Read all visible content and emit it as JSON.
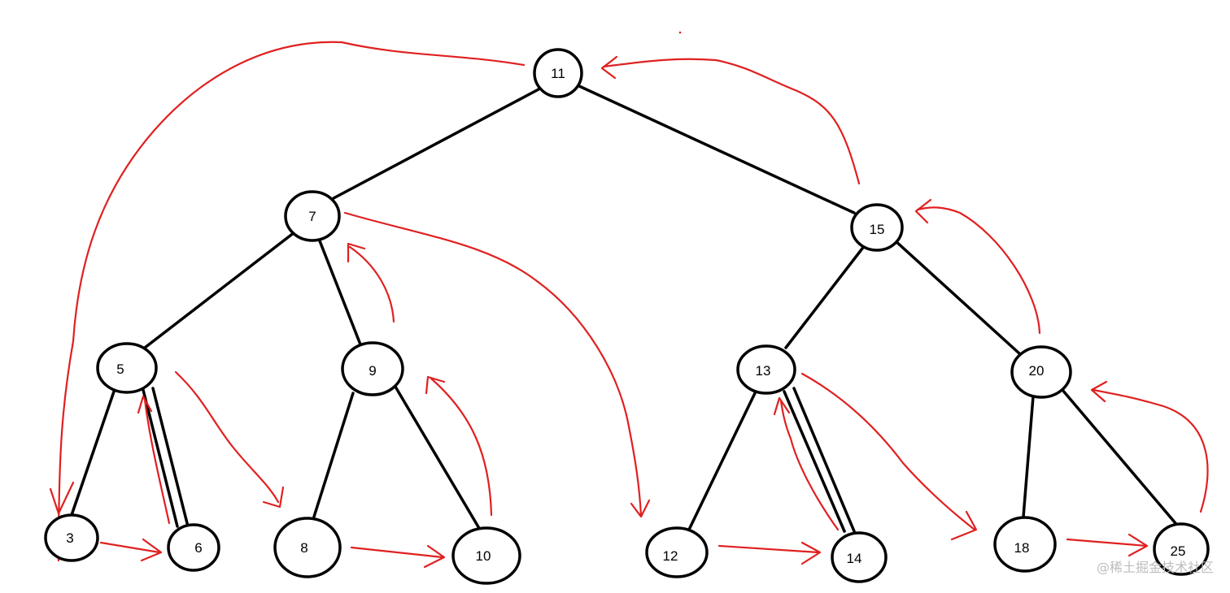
{
  "colors": {
    "background": "#ffffff",
    "tree_ink": "#000000",
    "arrow_ink": "#e02020",
    "watermark": "#bdbdbd"
  },
  "tree": {
    "nodes": [
      {
        "id": "n11",
        "label": "11"
      },
      {
        "id": "n7",
        "label": "7"
      },
      {
        "id": "n15",
        "label": "15"
      },
      {
        "id": "n5",
        "label": "5"
      },
      {
        "id": "n9",
        "label": "9"
      },
      {
        "id": "n13",
        "label": "13"
      },
      {
        "id": "n20",
        "label": "20"
      },
      {
        "id": "n3",
        "label": "3"
      },
      {
        "id": "n6",
        "label": "6"
      },
      {
        "id": "n8",
        "label": "8"
      },
      {
        "id": "n10",
        "label": "10"
      },
      {
        "id": "n12",
        "label": "12"
      },
      {
        "id": "n14",
        "label": "14"
      },
      {
        "id": "n18",
        "label": "18"
      },
      {
        "id": "n25",
        "label": "25"
      }
    ],
    "edges": [
      [
        "n11",
        "n7"
      ],
      [
        "n11",
        "n15"
      ],
      [
        "n7",
        "n5"
      ],
      [
        "n7",
        "n9"
      ],
      [
        "n15",
        "n13"
      ],
      [
        "n15",
        "n20"
      ],
      [
        "n5",
        "n3"
      ],
      [
        "n5",
        "n6"
      ],
      [
        "n9",
        "n8"
      ],
      [
        "n9",
        "n10"
      ],
      [
        "n13",
        "n12"
      ],
      [
        "n13",
        "n14"
      ],
      [
        "n20",
        "n18"
      ],
      [
        "n20",
        "n25"
      ]
    ]
  },
  "traversal_arrows": [
    {
      "from": "n11",
      "to": "n3"
    },
    {
      "from": "n3",
      "to": "n6"
    },
    {
      "from": "n6",
      "to": "n5"
    },
    {
      "from": "n5",
      "to": "n8"
    },
    {
      "from": "n8",
      "to": "n10"
    },
    {
      "from": "n10",
      "to": "n9"
    },
    {
      "from": "n9",
      "to": "n7"
    },
    {
      "from": "n7",
      "to": "n12"
    },
    {
      "from": "n12",
      "to": "n14"
    },
    {
      "from": "n14",
      "to": "n13"
    },
    {
      "from": "n13",
      "to": "n18"
    },
    {
      "from": "n18",
      "to": "n25"
    },
    {
      "from": "n25",
      "to": "n20"
    },
    {
      "from": "n20",
      "to": "n15"
    },
    {
      "from": "n15",
      "to": "n11"
    }
  ],
  "watermark": {
    "text": "@稀土掘金技术社区"
  }
}
